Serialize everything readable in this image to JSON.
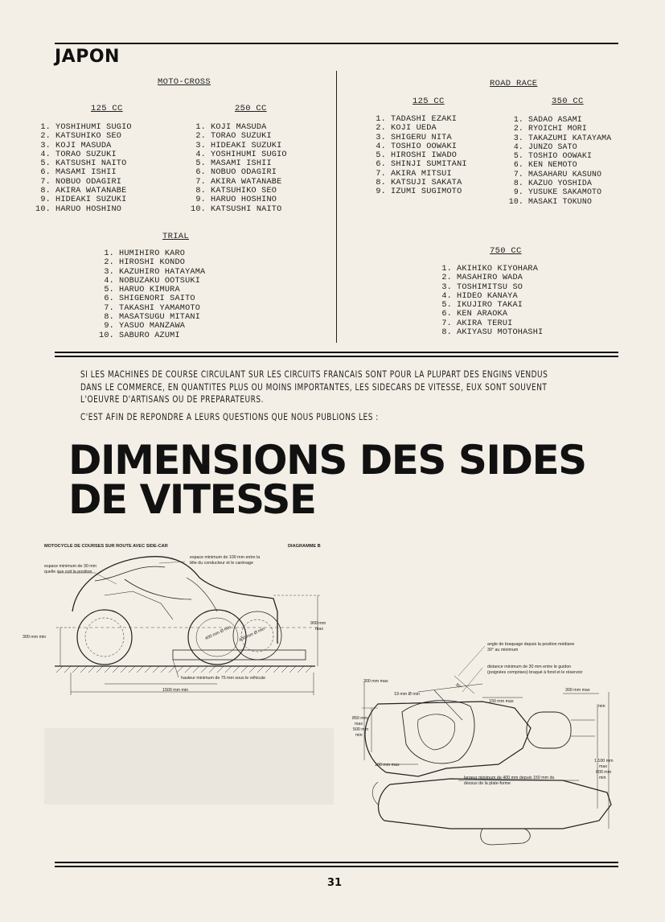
{
  "country": "JAPON",
  "motocross": {
    "heading": "MOTO-CROSS",
    "col_125": {
      "label": "125 CC",
      "riders": [
        "YOSHIHUMI SUGIO",
        "KATSUHIKO SEO",
        "KOJI MASUDA",
        "TORAO SUZUKI",
        "KATSUSHI NAITO",
        "MASAMI ISHII",
        "NOBUO ODAGIRI",
        "AKIRA WATANABE",
        "HIDEAKI SUZUKI",
        "HARUO HOSHINO"
      ]
    },
    "col_250": {
      "label": "250 CC",
      "riders": [
        "KOJI MASUDA",
        "TORAO SUZUKI",
        "HIDEAKI SUZUKI",
        "YOSHIHUMI SUGIO",
        "MASAMI ISHII",
        "NOBUO ODAGIRI",
        "AKIRA WATANABE",
        "KATSUHIKO SEO",
        "HARUO HOSHINO",
        "KATSUSHI NAITO"
      ]
    }
  },
  "trial": {
    "heading": "TRIAL",
    "riders": [
      "HUMIHIRO KARO",
      "HIROSHI KONDO",
      "KAZUHIRO HATAYAMA",
      "NOBUZAKU OOTSUKI",
      "HARUO KIMURA",
      "SHIGENORI SAITO",
      "TAKASHI YAMAMOTO",
      "MASATSUGU MITANI",
      "YASUO MANZAWA",
      "SABURO AZUMI"
    ]
  },
  "road_race": {
    "heading": "ROAD RACE",
    "col_125": {
      "label": "125 CC",
      "riders": [
        "TADASHI EZAKI",
        "KOJI UEDA",
        "SHIGERU NITA",
        "TOSHIO OOWAKI",
        "HIROSHI IWADO",
        "SHINJI SUMITANI",
        "AKIRA MITSUI",
        "KATSUJI SAKATA",
        "IZUMI SUGIMOTO"
      ]
    },
    "col_350": {
      "label": "350 CC",
      "riders": [
        "SADAO ASAMI",
        "RYOICHI MORI",
        "TAKAZUMI KATAYAMA",
        "JUNZO SATO",
        "TOSHIO OOWAKI",
        "KEN NEMOTO",
        "MASAHARU KASUNO",
        "KAZUO YOSHIDA",
        "YUSUKE SAKAMOTO",
        "MASAKI TOKUNO"
      ]
    },
    "col_750": {
      "label": "750 CC",
      "riders": [
        "AKIHIKO KIYOHARA",
        "MASAHIRO WADA",
        "TOSHIMITSU SO",
        "HIDEO KANAYA",
        "IKUJIRO TAKAI",
        "KEN ARAOKA",
        "AKIRA TERUI",
        "AKIYASU MOTOHASHI"
      ]
    }
  },
  "intro": {
    "line1": "SI LES MACHINES DE COURSE CIRCULANT SUR LES CIRCUITS FRANCAIS SONT POUR LA PLUPART DES ENGINS VENDUS DANS LE COMMERCE, EN QUANTITES PLUS OU MOINS IMPORTANTES, LES SIDECARS DE VITESSE, EUX SONT SOUVENT L'OEUVRE D'ARTISANS  OU DE PREPARATEURS.",
    "line2": "C'EST AFIN DE REPONDRE A LEURS QUESTIONS QUE NOUS PUBLIONS LES :"
  },
  "title": {
    "line1": "DIMENSIONS DES SIDES",
    "line2": "DE VITESSE"
  },
  "diagram": {
    "caption": "MOTOCYCLE DE COURSES SUR ROUTE AVEC SIDE-CAR",
    "label": "DIAGRAMME B",
    "notes": {
      "space30": "espace minimum de 30 mm",
      "space30b": "quelle que soit la position",
      "space100": "espace minimum de 100 mm entre la",
      "space100b": "tête du conducteur et le carénage",
      "h900": "900 mm",
      "h900b": "max",
      "h300": "300 mm min",
      "wheel400a": "400 mm Ø min",
      "wheel400b": "400 mm Ø min",
      "clear75": "hauteur minimum de 75 mm sous le véhicule",
      "wb1500": "1500 mm min",
      "steer1": "angle de braquage depuis la position médiane",
      "steer2": "30° au minimum",
      "dist1": "distance minimum de 30 mm entre le guidon",
      "dist2": "(poignées comprises) braqué à fond et le réservoir",
      "d300max": "300 mm max",
      "d19": "19 mm Ø min",
      "angle30": "30°",
      "d150": "150 mm max",
      "d300max2": "300 mm max",
      "d300min": "min",
      "h850a": "850 mm",
      "h850b": "max",
      "h500a": "500 mm",
      "h500b": "min",
      "d160": "160 mm max",
      "w1100a": "1 100 mm",
      "w1100b": "max",
      "w800a": "800 mm",
      "w800b": "min",
      "plat1": "largeur minimum de 400 mm depuis 150 mm du",
      "plat2": "dessus de la plate-forme"
    }
  },
  "page_number": "31"
}
